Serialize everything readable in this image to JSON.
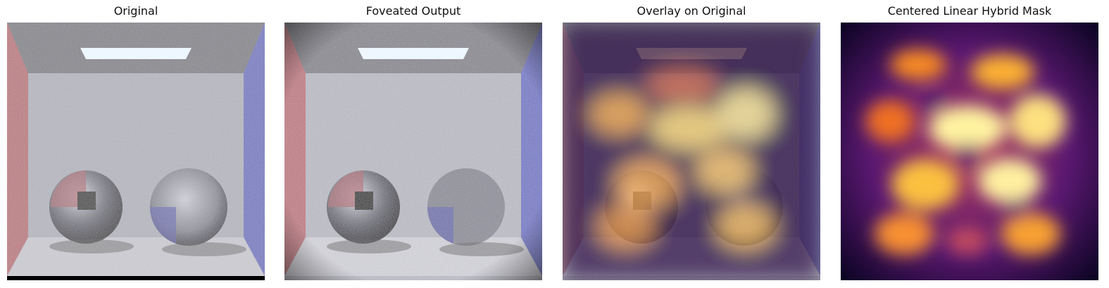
{
  "figure": {
    "panels": [
      {
        "title": "Original",
        "content": "cornell-box-noisy-render"
      },
      {
        "title": "Foveated Output",
        "content": "cornell-box-foveated-render"
      },
      {
        "title": "Overlay on Original",
        "content": "cornell-box-with-heatmap-overlay"
      },
      {
        "title": "Centered Linear Hybrid Mask",
        "content": "inferno-heatmap-mask"
      }
    ]
  },
  "colors": {
    "left_wall": "#c07078",
    "right_wall": "#6c70c8",
    "back_wall": "#b9b9c4",
    "ceiling": "#7e7e86",
    "floor": "#d2d2da",
    "light": "#eef6ff",
    "mask_dark": "#0a0322",
    "mask_mid": "#b23a5c",
    "mask_bright": "#fff3a0"
  }
}
